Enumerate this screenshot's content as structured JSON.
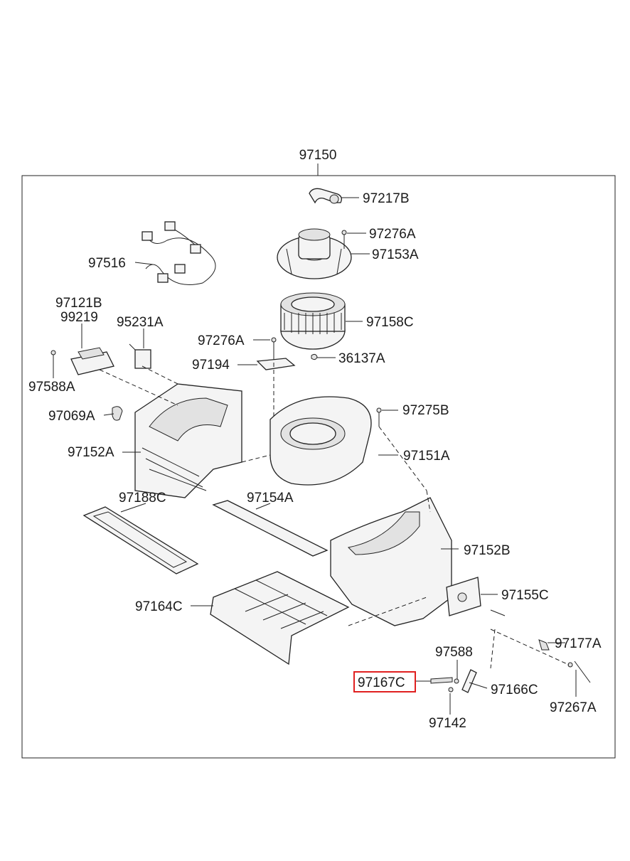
{
  "assembly_label": "97150",
  "parts": [
    {
      "id": "97217B",
      "name": "p-97217B"
    },
    {
      "id": "97276A",
      "name": "p-97276A-top"
    },
    {
      "id": "97153A",
      "name": "p-97153A"
    },
    {
      "id": "97516",
      "name": "p-97516"
    },
    {
      "id": "97121B",
      "name": "p-97121B"
    },
    {
      "id": "99219",
      "name": "p-99219"
    },
    {
      "id": "95231A",
      "name": "p-95231A"
    },
    {
      "id": "97158C",
      "name": "p-97158C"
    },
    {
      "id": "97276A",
      "name": "p-97276A-mid"
    },
    {
      "id": "36137A",
      "name": "p-36137A"
    },
    {
      "id": "97194",
      "name": "p-97194"
    },
    {
      "id": "97588A",
      "name": "p-97588A"
    },
    {
      "id": "97275B",
      "name": "p-97275B"
    },
    {
      "id": "97069A",
      "name": "p-97069A"
    },
    {
      "id": "97152A",
      "name": "p-97152A"
    },
    {
      "id": "97151A",
      "name": "p-97151A"
    },
    {
      "id": "97188C",
      "name": "p-97188C"
    },
    {
      "id": "97154A",
      "name": "p-97154A"
    },
    {
      "id": "97152B",
      "name": "p-97152B"
    },
    {
      "id": "97155C",
      "name": "p-97155C"
    },
    {
      "id": "97164C",
      "name": "p-97164C"
    },
    {
      "id": "97177A",
      "name": "p-97177A"
    },
    {
      "id": "97588",
      "name": "p-97588"
    },
    {
      "id": "97167C",
      "name": "p-97167C"
    },
    {
      "id": "97166C",
      "name": "p-97166C"
    },
    {
      "id": "97267A",
      "name": "p-97267A"
    },
    {
      "id": "97142",
      "name": "p-97142"
    }
  ],
  "highlighted_part": "97167C",
  "colors": {
    "highlight": "#e02020",
    "ink": "#1a1a1a"
  }
}
